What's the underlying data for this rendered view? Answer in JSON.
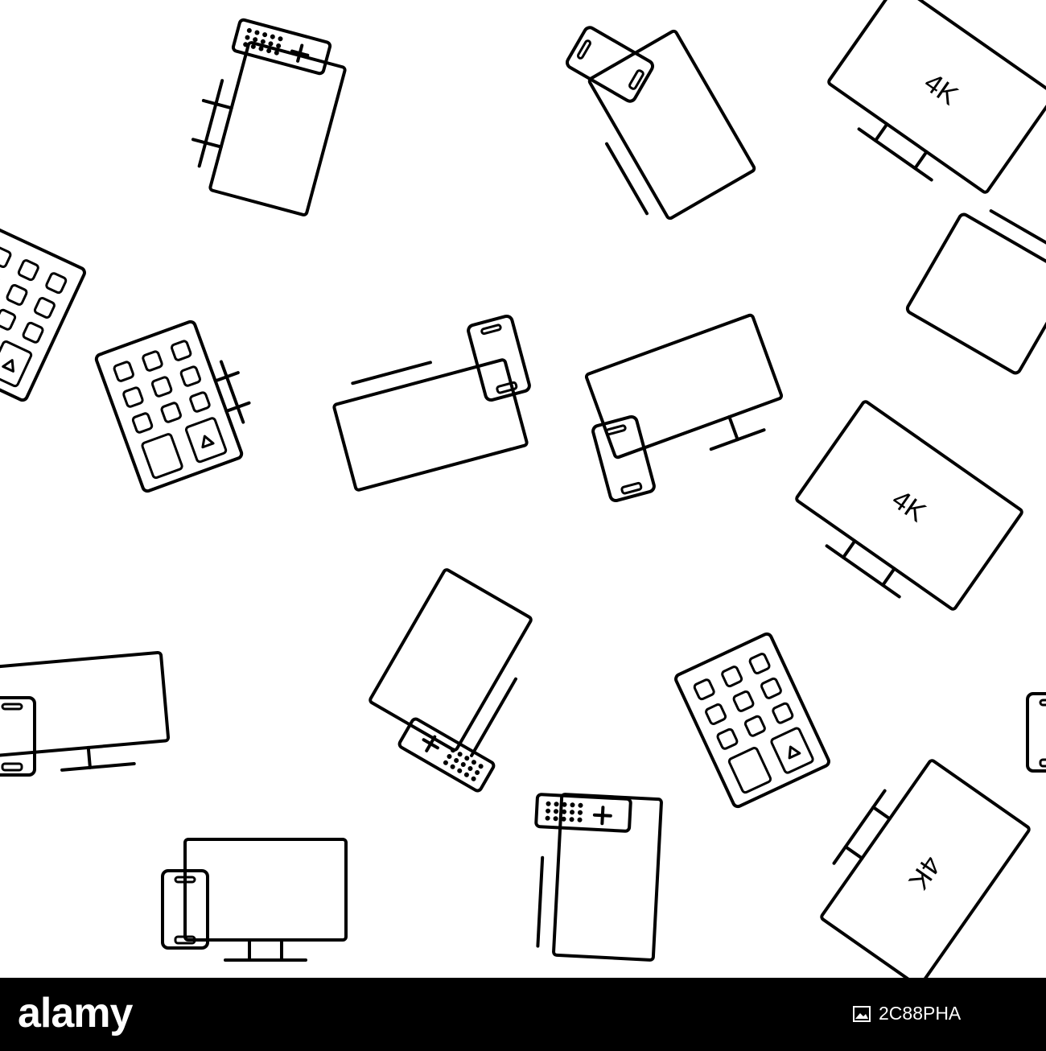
{
  "pattern": {
    "label_4k": "4K",
    "icons": [
      "tv-remote-icon",
      "tv-phone-icon",
      "tv-4k-icon",
      "tv-remote-keypad-icon",
      "phone-monitor-icon",
      "tv-keyboard-icon"
    ]
  },
  "footer": {
    "logo": "alamy",
    "image_id": "2C88PHA"
  },
  "colors": {
    "background": "#ffffff",
    "stroke": "#000000",
    "footer_bg": "#000000",
    "footer_text": "#ffffff"
  }
}
